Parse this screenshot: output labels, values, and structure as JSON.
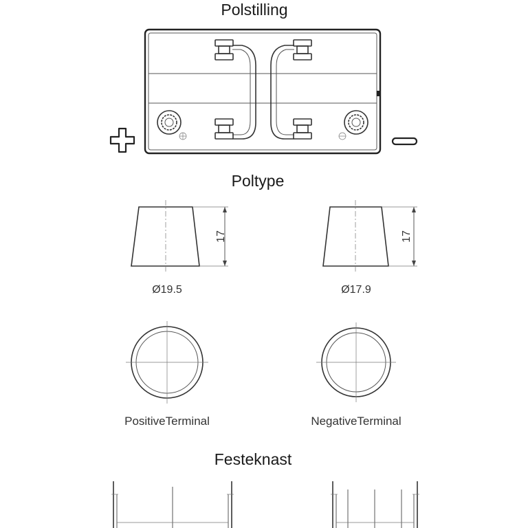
{
  "sections": {
    "polstilling": {
      "title": "Polstilling",
      "positive_symbol": "+",
      "negative_symbol": "−"
    },
    "poltype": {
      "title": "Poltype",
      "left": {
        "height": "17",
        "diameter": "Ø19.5"
      },
      "right": {
        "height": "17",
        "diameter": "Ø17.9"
      },
      "positive_caption": "PositiveTerminal",
      "negative_caption": "NegativeTerminal"
    },
    "festeknast": {
      "title": "Festeknast"
    }
  }
}
